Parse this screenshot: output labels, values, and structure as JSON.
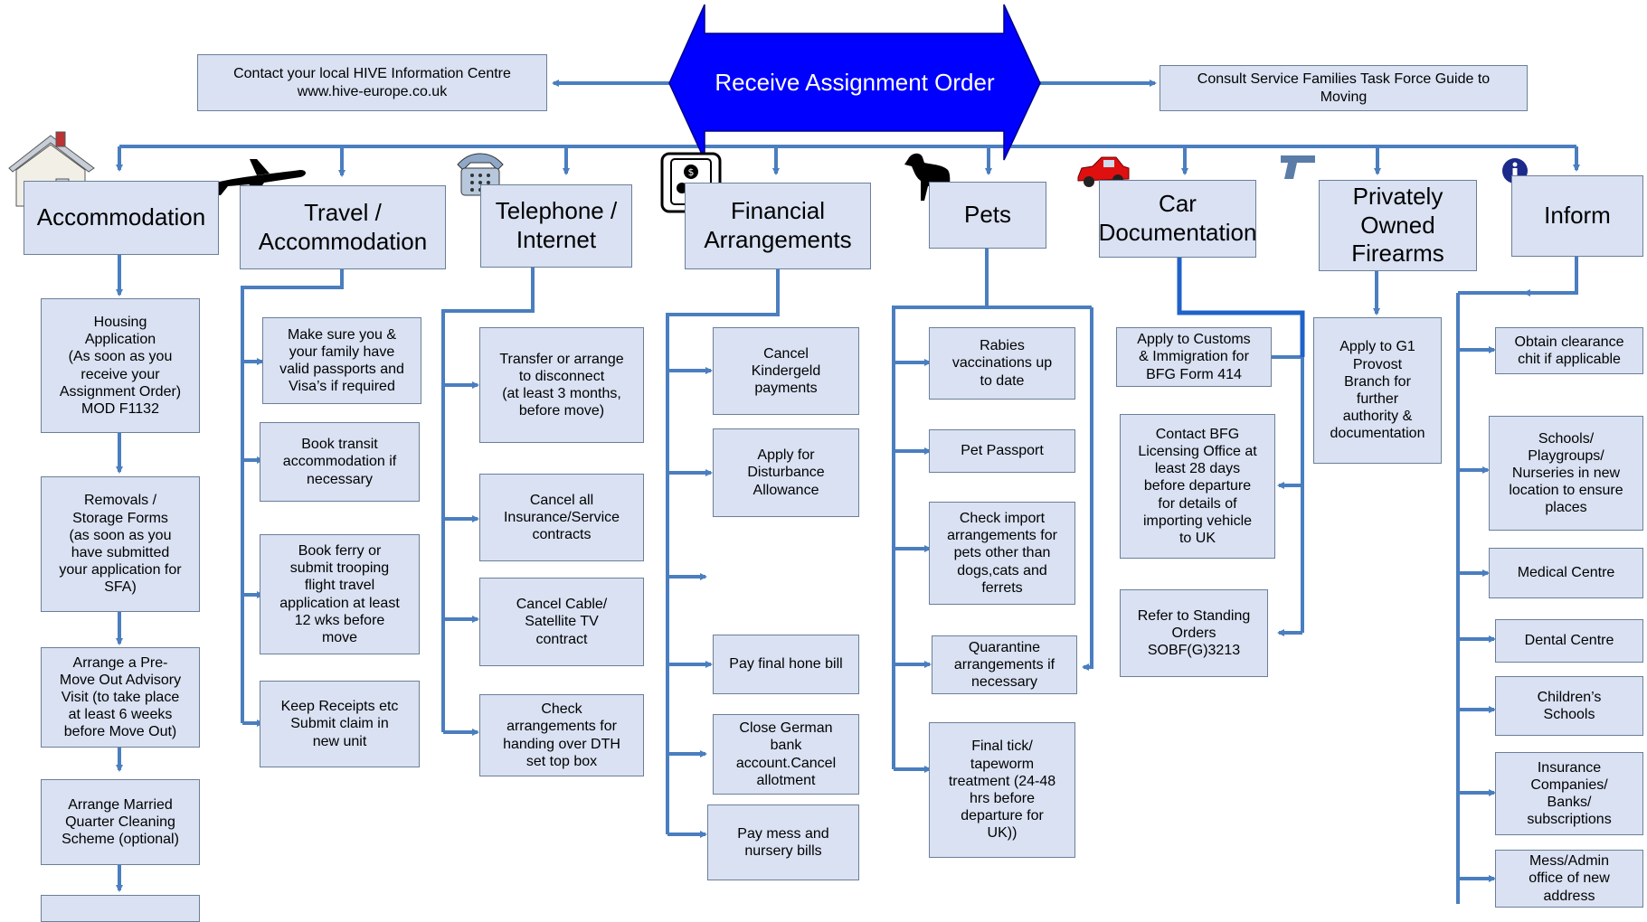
{
  "top": {
    "title": "Receive Assignment Order",
    "left": "Contact your local HIVE Information Centre\nwww.hive-europe.co.uk",
    "right": "Consult Service Families Task Force Guide to\nMoving"
  },
  "categories": {
    "accommodation": "Accommodation",
    "travel": "Travel /\nAccommodation",
    "telephone": "Telephone /\nInternet",
    "financial": "Financial\nArrangements",
    "pets": "Pets",
    "car": "Car\nDocumentation",
    "firearms": "Privately\nOwned\nFirearms",
    "inform": "Inform"
  },
  "accommodation": [
    "Housing\nApplication\n(As soon as you\nreceive your\nAssignment Order)\nMOD F1132",
    "Removals /\nStorage Forms\n(as soon as you\nhave submitted\nyour application for\nSFA)",
    "Arrange a Pre-\nMove Out Advisory\nVisit (to take place\nat least 6 weeks\nbefore Move Out)",
    "Arrange Married\nQuarter Cleaning\nScheme (optional)"
  ],
  "travel": [
    "Make sure you &\nyour family have\nvalid passports and\nVisa’s if required",
    "Book transit\naccommodation if\nnecessary",
    "Book ferry  or\nsubmit trooping\nflight  travel\napplication at least\n12 wks before\nmove",
    "Keep Receipts etc\nSubmit claim in\nnew unit"
  ],
  "telephone": [
    "Transfer or arrange\nto disconnect\n(at least 3 months,\nbefore move)",
    "Cancel all\nInsurance/Service\ncontracts",
    "Cancel Cable/\nSatellite TV\ncontract",
    "Check\narrangements for\nhanding over DTH\nset top box"
  ],
  "financial": [
    "Cancel\nKindergeld\npayments",
    "Apply for\nDisturbance\nAllowance",
    "Pay final hone bill",
    "Close German\nbank\naccount.Cancel\nallotment",
    "Pay mess  and\nnursery bills"
  ],
  "pets": [
    "Rabies\nvaccinations up\nto date",
    "Pet Passport",
    "Check import\narrangements for\npets other than\ndogs,cats and\nferrets",
    "Quarantine\narrangements if\nnecessary",
    "Final tick/\ntapeworm\ntreatment (24-48\nhrs before\ndeparture for\nUK))"
  ],
  "car": [
    "Apply to Customs\n& Immigration for\nBFG Form 414",
    "Contact BFG\nLicensing Office at\nleast 28 days\nbefore departure\nfor details of\nimporting vehicle\nto UK",
    "Refer to Standing\nOrders\nSOBF(G)3213"
  ],
  "firearms": [
    "Apply to G1\nProvost\nBranch for\nfurther\nauthority &\ndocumentation"
  ],
  "inform": [
    "Obtain clearance\nchit if applicable",
    "Schools/\nPlaygroups/\nNurseries in new\nlocation to ensure\nplaces",
    "Medical Centre",
    "Dental Centre",
    "Children’s\nSchools",
    "Insurance\nCompanies/\nBanks/\nsubscriptions",
    "Mess/Admin\noffice of new\naddress"
  ],
  "icons": [
    "house-icon",
    "airplane-icon",
    "telephone-icon",
    "currency-icon",
    "dog-icon",
    "car-icon",
    "pistol-icon",
    "info-icon"
  ],
  "colors": {
    "box_fill": "#d9e1f2",
    "connector": "#4a7ebf",
    "arrow_fill": "#0000ff",
    "dark_connector": "#1f62c9"
  }
}
